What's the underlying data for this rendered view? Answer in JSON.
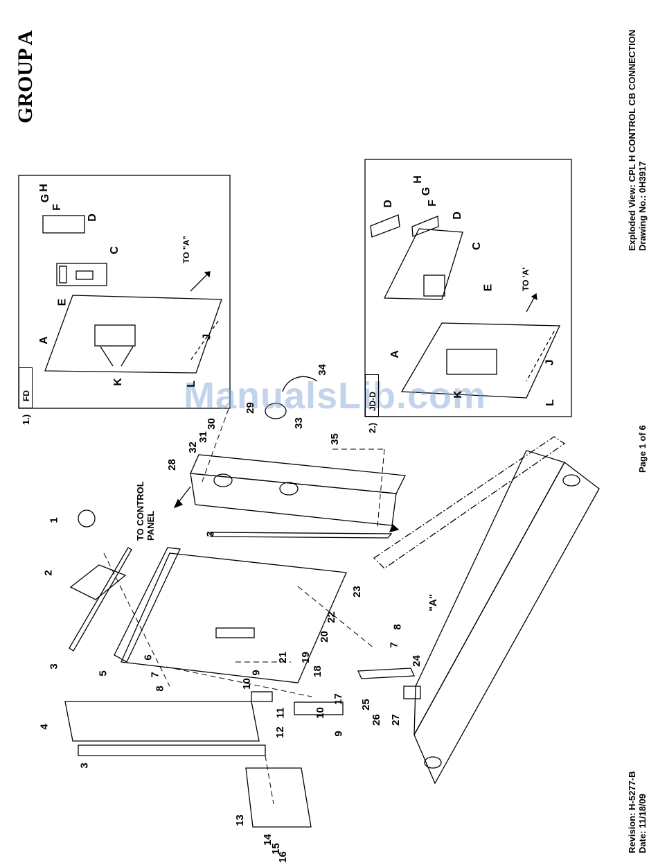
{
  "header": {
    "group_title": "GROUP A",
    "view_title": "Exploded View: CPL H CONTROL CB CONNECTION",
    "drawing_no": "Drawing No.: 0H3917",
    "page": "Page 1 of 6",
    "revision": "Revision: H-5277-B",
    "date": "Date: 11/18/09"
  },
  "insets": [
    {
      "number": "1.)",
      "tag": "FD",
      "to_label": "TO \"A\"",
      "letters": [
        "A",
        "C",
        "D",
        "E",
        "F",
        "G",
        "H",
        "J",
        "K",
        "L"
      ]
    },
    {
      "number": "2.)",
      "tag": "JD-D",
      "to_label": "TO 'A'",
      "letters": [
        "A",
        "C",
        "D",
        "D",
        "E",
        "F",
        "G",
        "H",
        "J",
        "K",
        "L"
      ]
    }
  ],
  "main": {
    "to_control_panel": "TO CONTROL PANEL",
    "ref_a": "\"A\"",
    "callouts": [
      "1",
      "2",
      "3",
      "3",
      "3",
      "4",
      "5",
      "6",
      "7",
      "7",
      "8",
      "8",
      "9",
      "9",
      "10",
      "10",
      "11",
      "12",
      "13",
      "14",
      "15",
      "16",
      "17",
      "18",
      "19",
      "20",
      "21",
      "22",
      "23",
      "24",
      "25",
      "26",
      "27",
      "28",
      "29",
      "30",
      "31",
      "32",
      "33",
      "34",
      "35"
    ]
  },
  "watermark": "ManualsLib.com"
}
